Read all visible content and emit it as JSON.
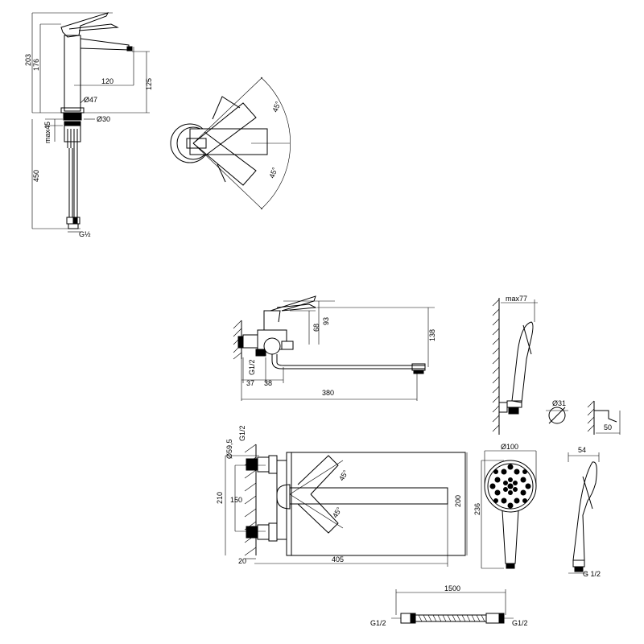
{
  "colors": {
    "line": "#000000",
    "background": "#ffffff",
    "wall_hatch": "#9a9a9a"
  },
  "basin_mixer_side": {
    "h_total": "203",
    "h_spout": "176",
    "reach": "120",
    "spout_h": "125",
    "body_dia": "Ø47",
    "hole_dia": "Ø30",
    "deck_thickness": "max45",
    "hose_len": "450",
    "connection": "G½"
  },
  "basin_mixer_top": {
    "angle_up": "45°",
    "angle_down": "45°"
  },
  "bath_mixer_side": {
    "h1": "93",
    "h2": "68",
    "h3": "138",
    "conn": "G1/2",
    "off1": "37",
    "off2": "38",
    "spout_len": "380"
  },
  "bath_mixer_top": {
    "dia": "Ø59,5",
    "conn": "G1/2",
    "outer": "210",
    "centers": "150",
    "depth": "200",
    "spout": "405",
    "wall": "20",
    "angle_up": "45°",
    "angle_down": "45°"
  },
  "hand_shower_holder": {
    "max": "max77"
  },
  "bracket": {
    "dia": "Ø31",
    "height": "50"
  },
  "hand_shower": {
    "head_dia": "Ø100",
    "length": "236",
    "depth": "54",
    "conn": "G 1/2"
  },
  "hose": {
    "length": "1500",
    "conn_left": "G1/2",
    "conn_right": "G1/2"
  }
}
